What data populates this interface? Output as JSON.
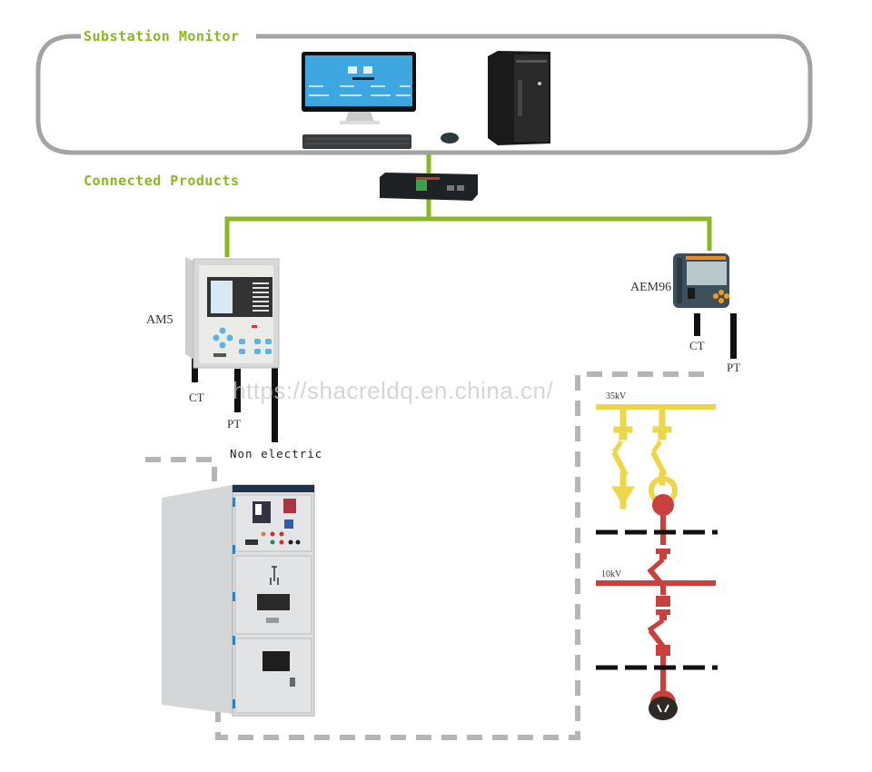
{
  "sections": {
    "monitor_title": "Substation Monitor",
    "products_title": "Connected Products"
  },
  "devices": {
    "am5_label": "AM5",
    "aem96_label": "AEM96",
    "am5_ct": "CT",
    "am5_pt": "PT",
    "am5_non_electric": "Non electric",
    "aem96_ct": "CT",
    "aem96_pt": "PT"
  },
  "single_line": {
    "bus_high": "35kV",
    "bus_low": "10kV"
  },
  "watermark": "https://shacreldq.en.china.cn/",
  "colors": {
    "accent_green": "#8ab823",
    "frame_gray": "#a3a3a3",
    "bus_yellow": "#ecd64a",
    "bus_red": "#c8413c"
  }
}
